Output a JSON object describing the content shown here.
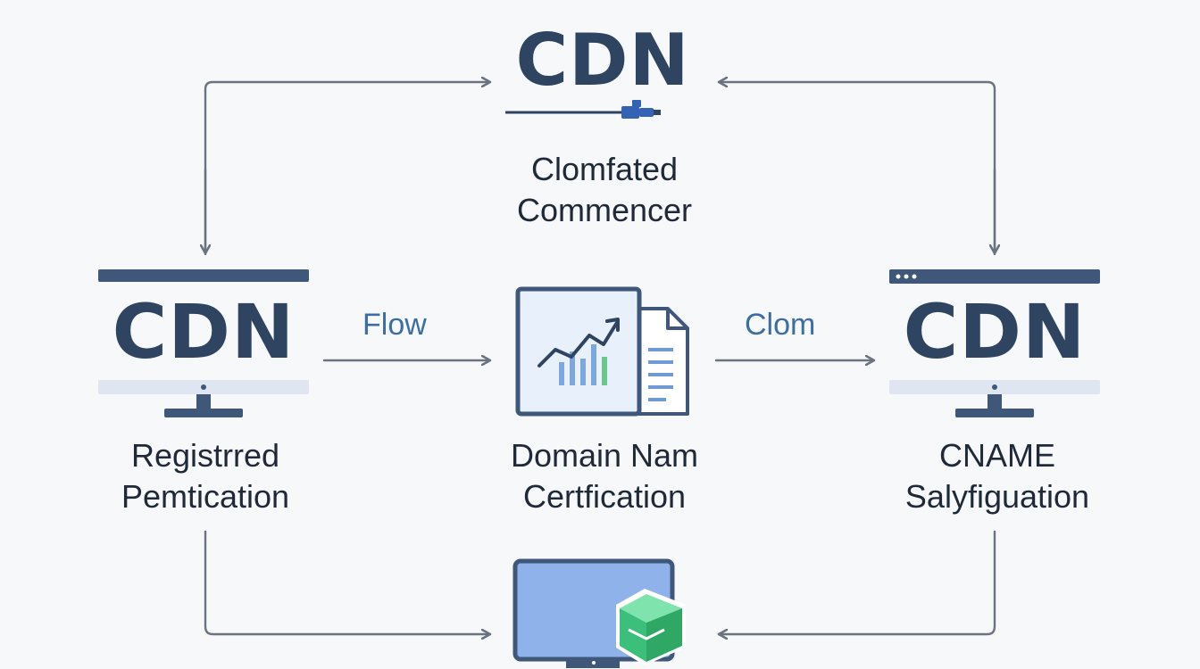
{
  "colors": {
    "background": "#f7f8fa",
    "logo_text": "#2f4461",
    "arrow": "#6b7280",
    "edge_label": "#3d6ea3",
    "monitor_frame": "#3f5778",
    "monitor_base": "#dfe6f1",
    "document_fill": "#e8f0fb",
    "screen_blue": "#8fb2ea",
    "cube_green": "#4bd08c"
  },
  "top_node": {
    "logo": "CDN",
    "caption_line1": "Clomfated",
    "caption_line2": "Commencer",
    "icon": "cable-connector-icon"
  },
  "left_node": {
    "logo": "CDN",
    "caption_line1": "Registrred",
    "caption_line2": "Pemtication",
    "icon": "monitor-icon"
  },
  "center_node": {
    "caption_line1": "Domain Nam",
    "caption_line2": "Certfication",
    "icon": "report-document-icon"
  },
  "right_node": {
    "logo": "CDN",
    "caption_line1": "CNAME",
    "caption_line2": "Salyfiguation",
    "icon": "monitor-icon"
  },
  "bottom_node": {
    "icon": "computer-with-cube-icon"
  },
  "edges": {
    "left_to_center_label": "Flow",
    "center_to_right_label": "Clom"
  }
}
